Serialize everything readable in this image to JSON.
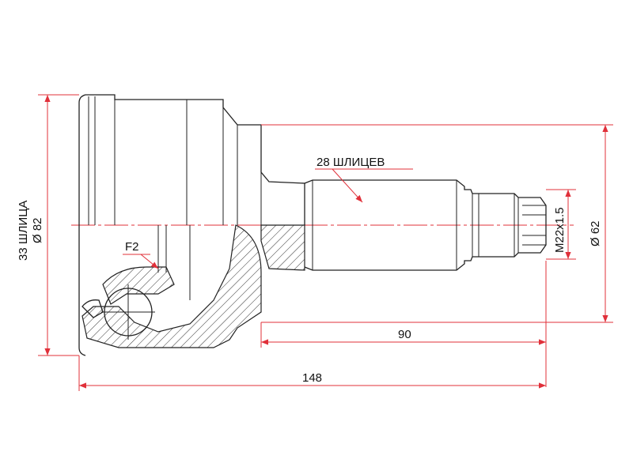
{
  "labels": {
    "outer_diameter": "Ø 82",
    "outer_splines": "33 ШЛИЦА",
    "inner_splines": "28 ШЛИЦЕВ",
    "thread": "M22x1.5",
    "shaft_diameter": "Ø 62",
    "shaft_length": "90",
    "total_length": "148",
    "section_mark": "F2"
  },
  "colors": {
    "outline": "#222222",
    "dimension": "#e0303a",
    "background": "#ffffff"
  }
}
